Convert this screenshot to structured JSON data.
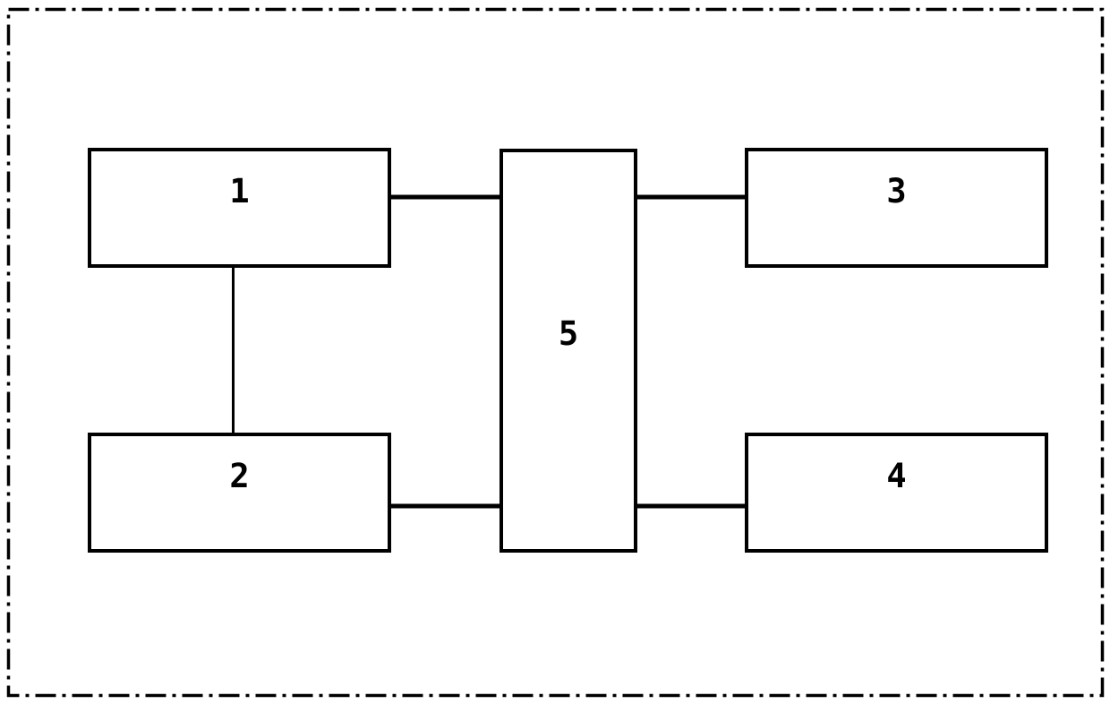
{
  "diagram": {
    "type": "block-diagram",
    "background_color": "#ffffff",
    "line_color": "#000000",
    "outer_border_style": "dash-dot",
    "blocks": [
      {
        "id": "1",
        "label": "1",
        "position": "top-left"
      },
      {
        "id": "2",
        "label": "2",
        "position": "bottom-left"
      },
      {
        "id": "3",
        "label": "3",
        "position": "top-right"
      },
      {
        "id": "4",
        "label": "4",
        "position": "bottom-right"
      },
      {
        "id": "5",
        "label": "5",
        "position": "center-tall"
      }
    ],
    "connections": [
      {
        "from": "1",
        "to": "2",
        "orientation": "vertical"
      },
      {
        "from": "1",
        "to": "5",
        "orientation": "horizontal"
      },
      {
        "from": "5",
        "to": "3",
        "orientation": "horizontal"
      },
      {
        "from": "2",
        "to": "5",
        "orientation": "horizontal"
      },
      {
        "from": "5",
        "to": "4",
        "orientation": "horizontal"
      }
    ]
  }
}
